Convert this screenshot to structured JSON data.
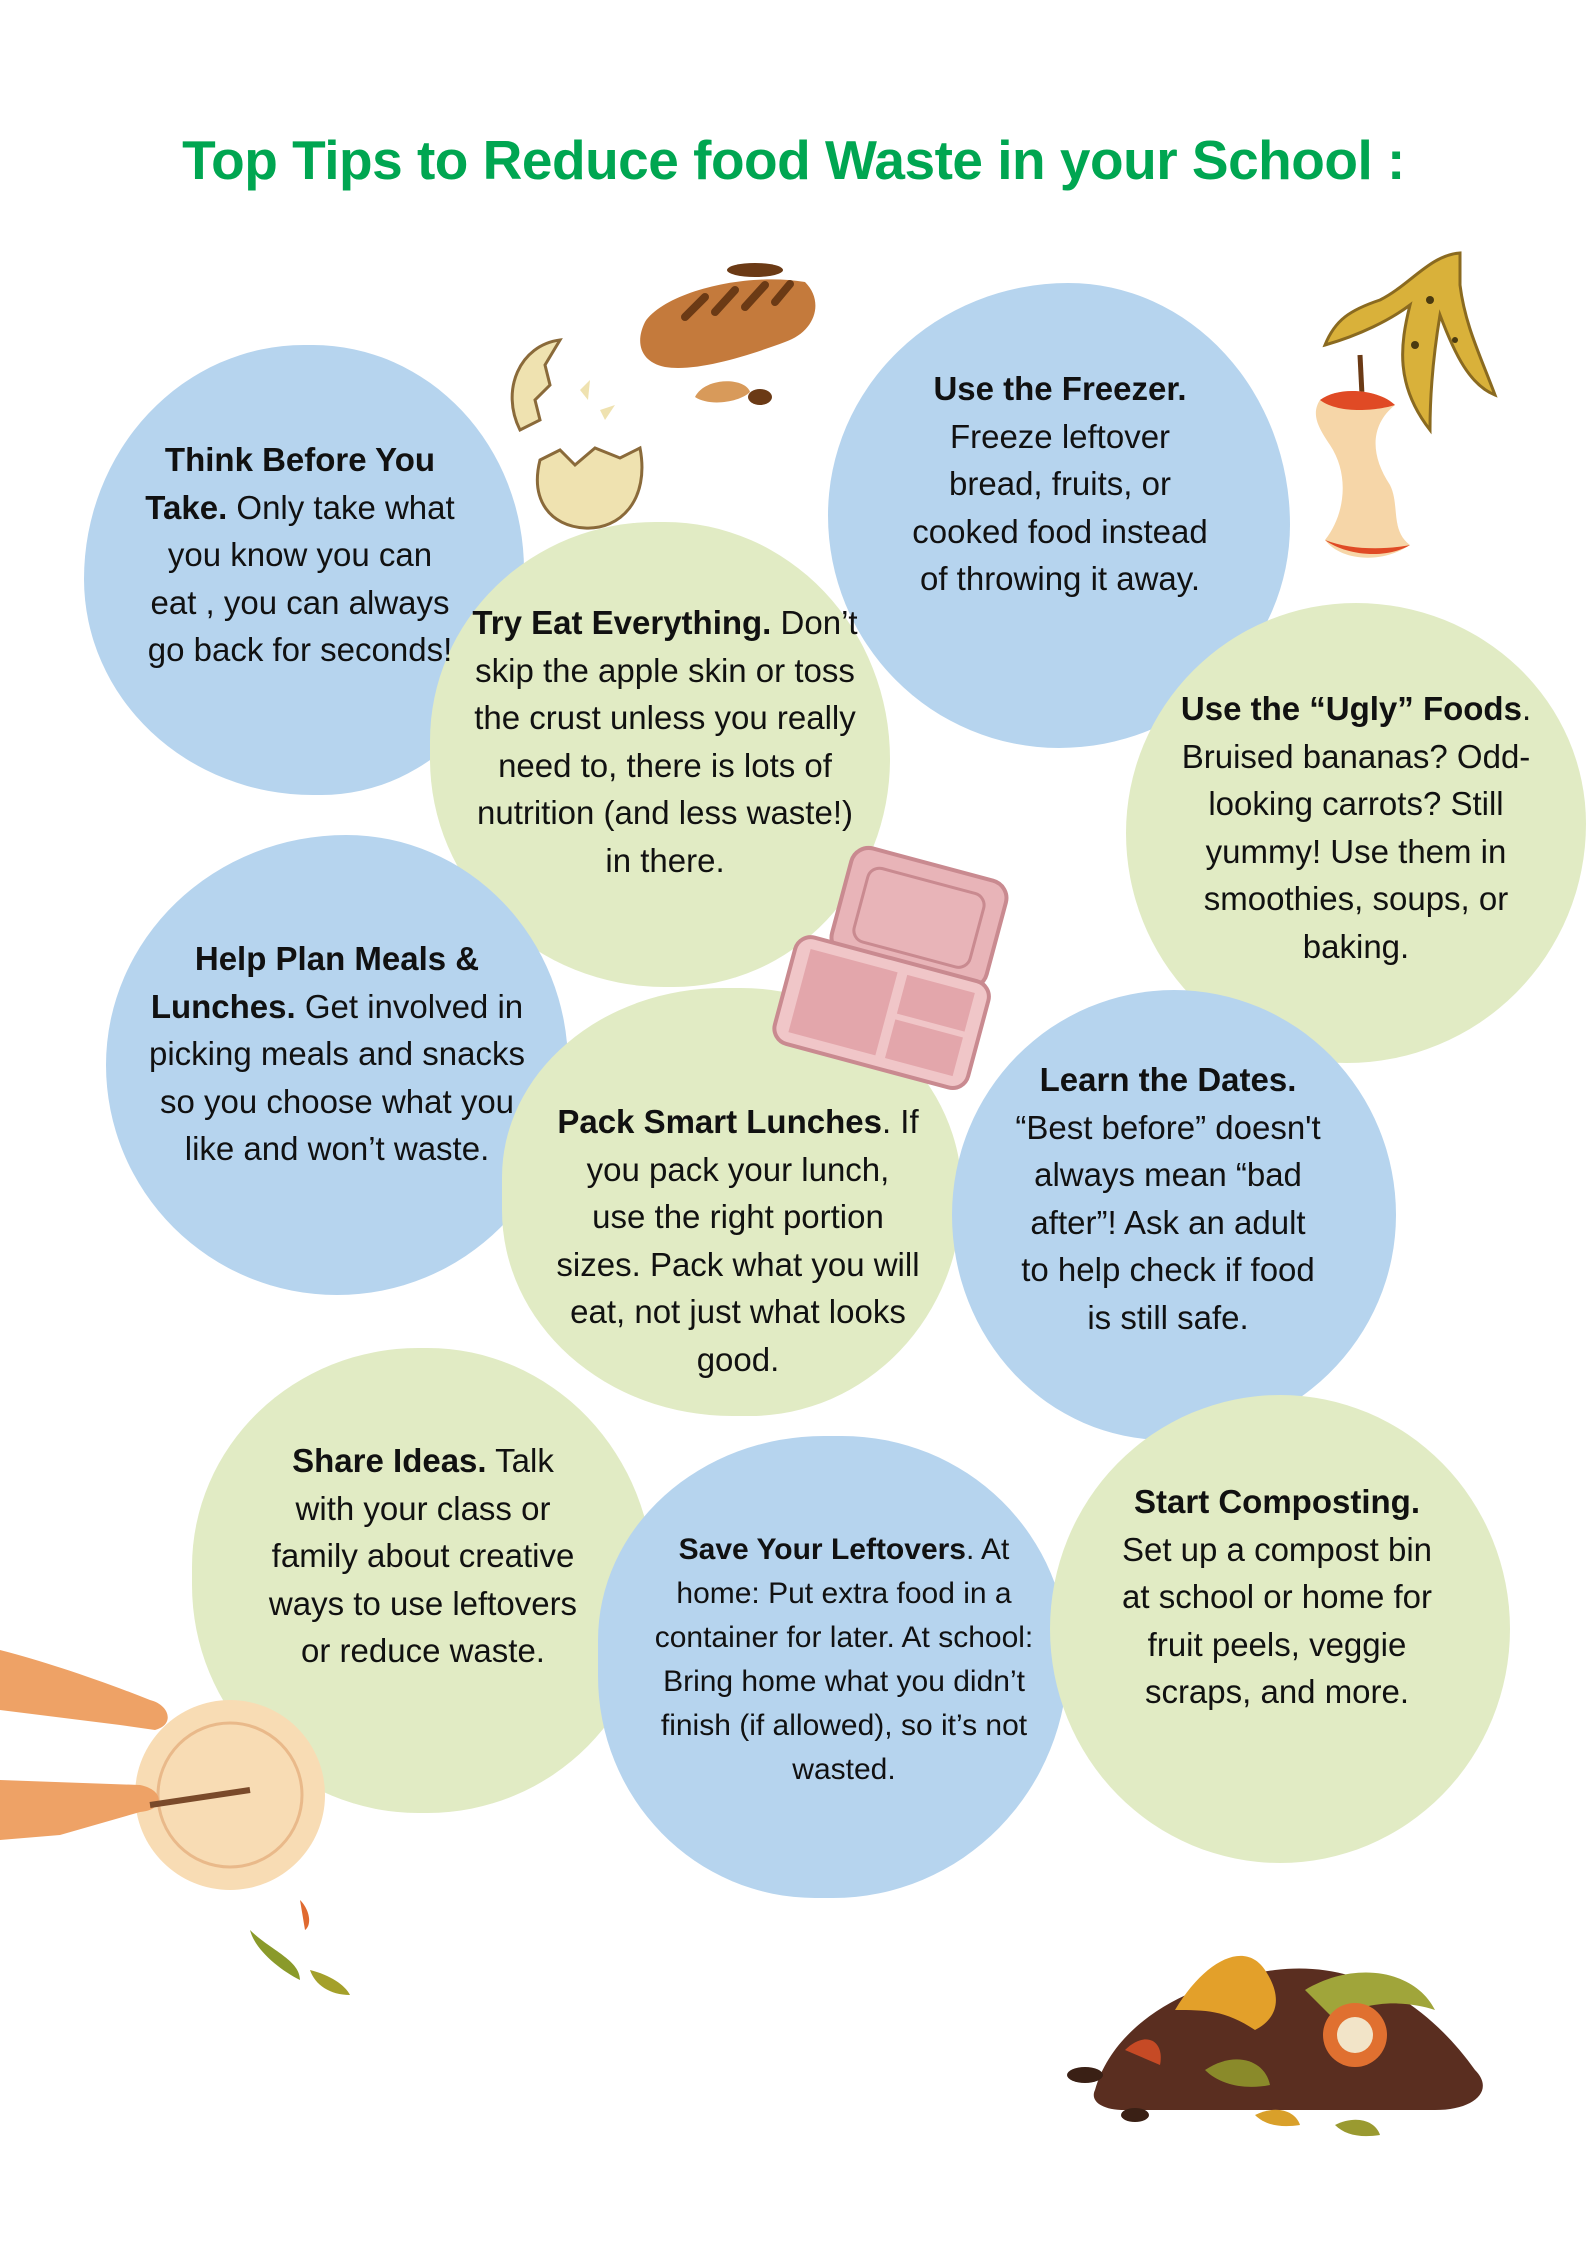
{
  "title": "Top Tips to Reduce food Waste in your School :",
  "colors": {
    "title": "#00a651",
    "blue_blob": "#b6d4ee",
    "green_blob": "#e1ebc4",
    "text": "#111111"
  },
  "tips": [
    {
      "title": "Think Before You Take.",
      "body": " Only take what you know you can eat , you can always go back for seconds!"
    },
    {
      "title": "Try Eat Everything.",
      "body": " Don’t skip the apple skin or toss the crust unless you really need to, there is lots of nutrition (and less waste!) in there."
    },
    {
      "title": "Use the Freezer.",
      "body": " Freeze leftover bread, fruits, or cooked food instead of throwing it away."
    },
    {
      "title": "Use the “Ugly” Foods",
      "body": ". Bruised bananas? Odd-looking carrots? Still yummy! Use them in smoothies, soups, or baking."
    },
    {
      "title": "Help Plan Meals & Lunches.",
      "body": " Get involved in picking meals and snacks so you choose what you like and won’t waste."
    },
    {
      "title": "Pack Smart Lunches",
      "body": ". If you pack your lunch, use the right portion sizes. Pack what you will eat, not just what looks good."
    },
    {
      "title": "Learn the Dates.",
      "body": " “Best before” doesn't always mean “bad after”! Ask an adult to help check if food is still safe."
    },
    {
      "title": "Share Ideas.",
      "body": " Talk with your class or family about creative ways to use leftovers or reduce waste."
    },
    {
      "title": "Save Your Leftovers",
      "body": ". At home: Put extra food in a container for later. At school: Bring home what you didn’t finish (if allowed), so it’s not wasted."
    },
    {
      "title": "Start Composting.",
      "body": " Set up a compost bin at school or home for fruit peels, veggie scraps, and more."
    }
  ],
  "illustrations": [
    "cracked-egg",
    "bread-loaf",
    "banana-peel",
    "apple-core",
    "lunchbox",
    "hands-with-plate",
    "compost-pile"
  ]
}
